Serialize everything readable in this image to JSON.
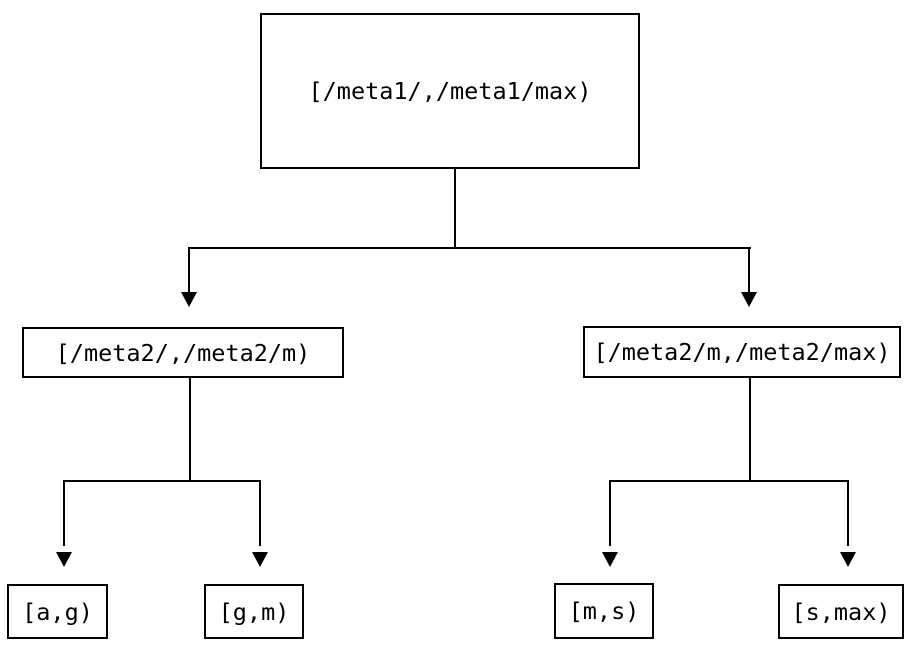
{
  "diagram": {
    "type": "tree",
    "nodes": {
      "root": {
        "label": "[/meta1/,/meta1/max)"
      },
      "level1_left": {
        "label": "[/meta2/,/meta2/m)"
      },
      "level1_right": {
        "label": "[/meta2/m,/meta2/max)"
      },
      "leaf_ag": {
        "label": "[a,g)"
      },
      "leaf_gm": {
        "label": "[g,m)"
      },
      "leaf_ms": {
        "label": "[m,s)"
      },
      "leaf_smax": {
        "label": "[s,max)"
      }
    },
    "edges": [
      {
        "from": "root",
        "to": "level1_left"
      },
      {
        "from": "root",
        "to": "level1_right"
      },
      {
        "from": "level1_left",
        "to": "leaf_ag"
      },
      {
        "from": "level1_left",
        "to": "leaf_gm"
      },
      {
        "from": "level1_right",
        "to": "leaf_ms"
      },
      {
        "from": "level1_right",
        "to": "leaf_smax"
      }
    ],
    "colors": {
      "background": "#ffffff",
      "box_fill": "#ffffff",
      "line": "#000000",
      "text": "#000000"
    }
  }
}
